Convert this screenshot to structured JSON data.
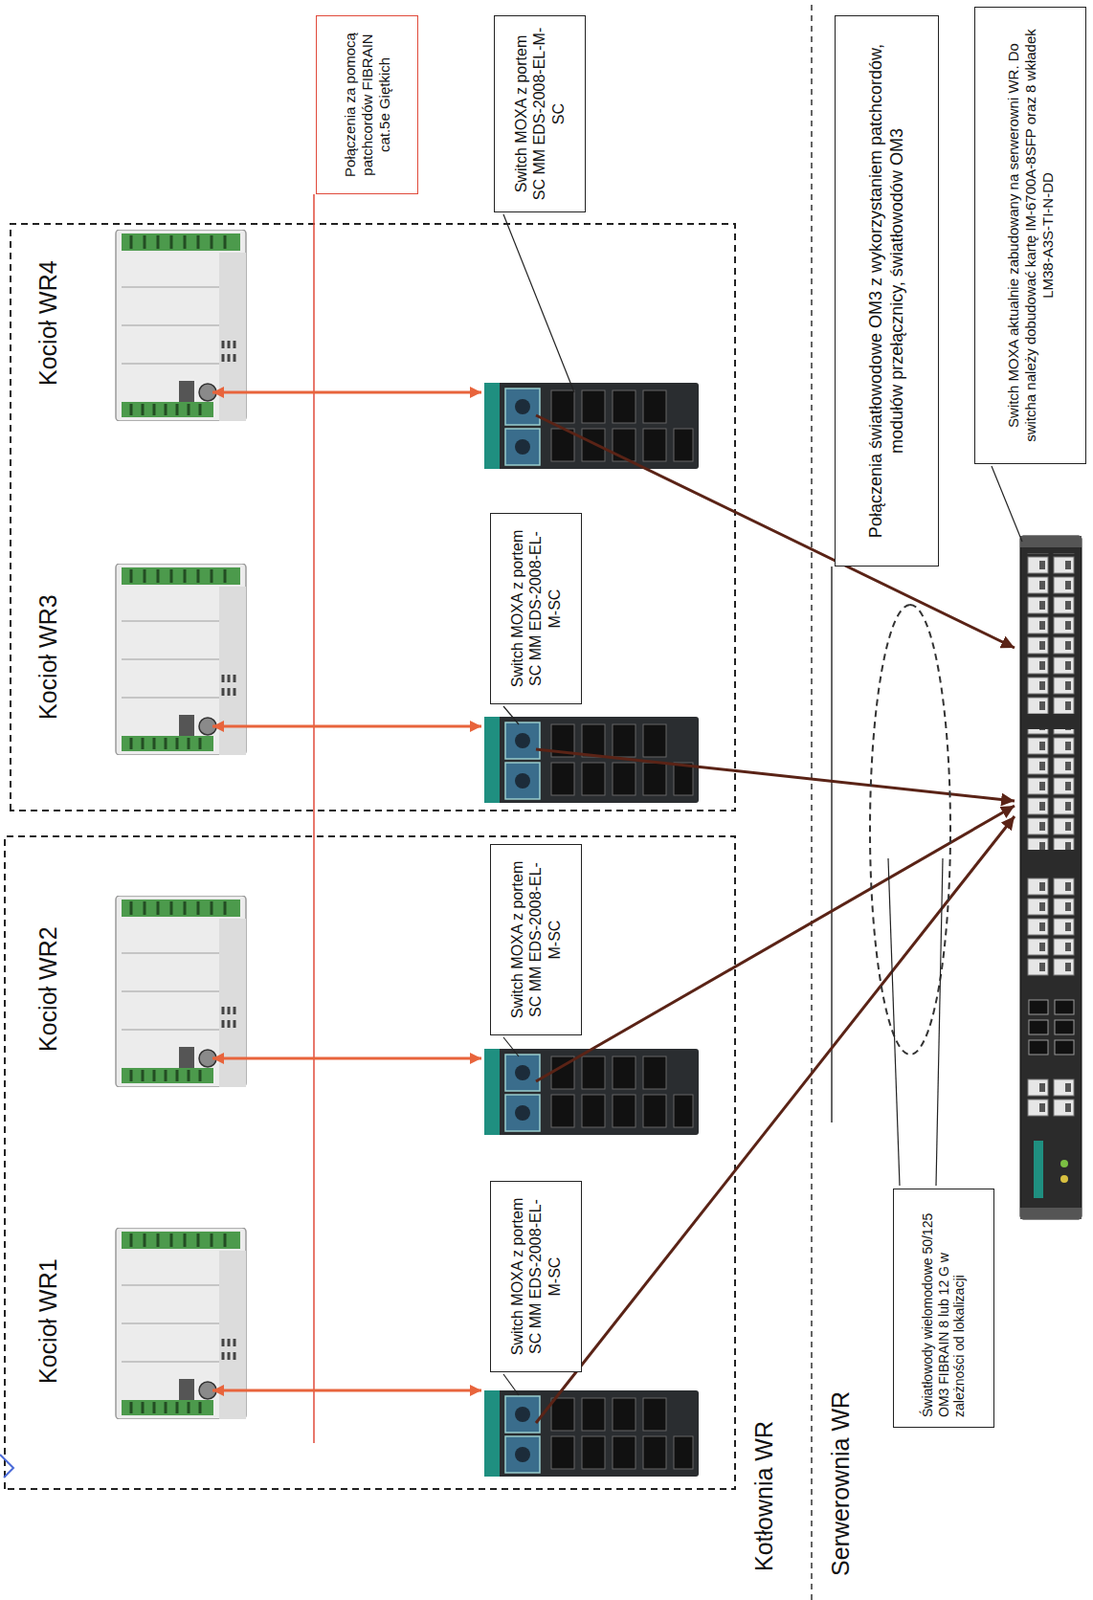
{
  "diagram": {
    "nodes": [
      {
        "text": [
          "Switch MOXA z portem SC MM EDS-2008-EL-M-SC"
        ]
      },
      {
        "text": [
          "Switch MOXA z portem SC MM EDS-2008-EL-M-SC"
        ]
      },
      {
        "text": [
          "Switch MOXA z portem SC MM EDS-2008-EL-M-SC"
        ]
      },
      {
        "text": [
          "Switch MOXA z portem SC MM EDS-2008-EL-M-SC"
        ]
      },
      {
        "text": [
          "Połączenia za pomocą patchcordów FIBRAIN cat.5e Giętkich"
        ]
      },
      {
        "text": [
          "Połączenia światłowodowe OM3 z wykorzystaniem patchcordów, modułów przełącznicy, światłowodów OM3"
        ]
      },
      {
        "text": [
          "Switch MOXA aktualnie zabudowany na serwerowni WR. Do switcha należy dobudować kartę IM-6700A-8SFP oraz 8 wkładek LM38-A3S-TI-N-DD"
        ]
      },
      {
        "text": [
          "Światłowody wielomodowe 50/125 OM3 FIBRAIN 8 lub 12 G w zależności od lokalizacji"
        ]
      }
    ],
    "labels": [
      "Kocioł WR1",
      "Kocioł WR2",
      "Kocioł WR3",
      "Kocioł WR4",
      "Kotłownia WR",
      "Serwerownia WR"
    ]
  }
}
